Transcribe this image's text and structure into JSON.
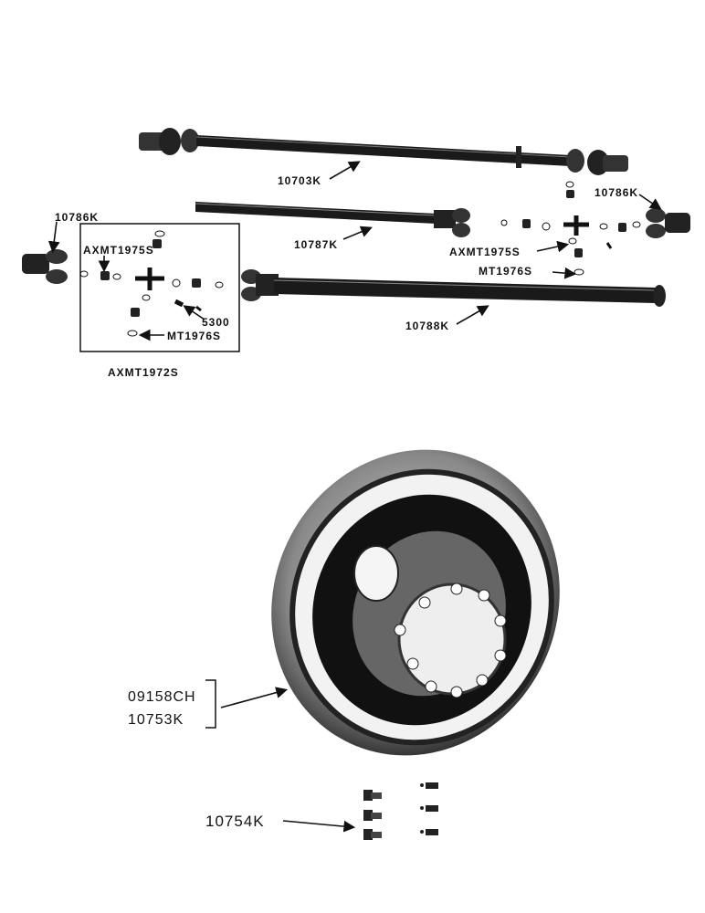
{
  "labels": {
    "shaft_top": "10703K",
    "yoke_left": "10786K",
    "yoke_right": "10786K",
    "shaft_mid": "10787K",
    "shaft_low": "10788K",
    "kit_left_journal": "AXMT1975S",
    "kit_left_bolt": "5300",
    "kit_left_ring": "MT1976S",
    "kit_box": "AXMT1972S",
    "right_journal": "AXMT1975S",
    "right_ring": "MT1976S",
    "wheel_a": "09158CH",
    "wheel_b": "10753K",
    "bolts": "10754K"
  }
}
